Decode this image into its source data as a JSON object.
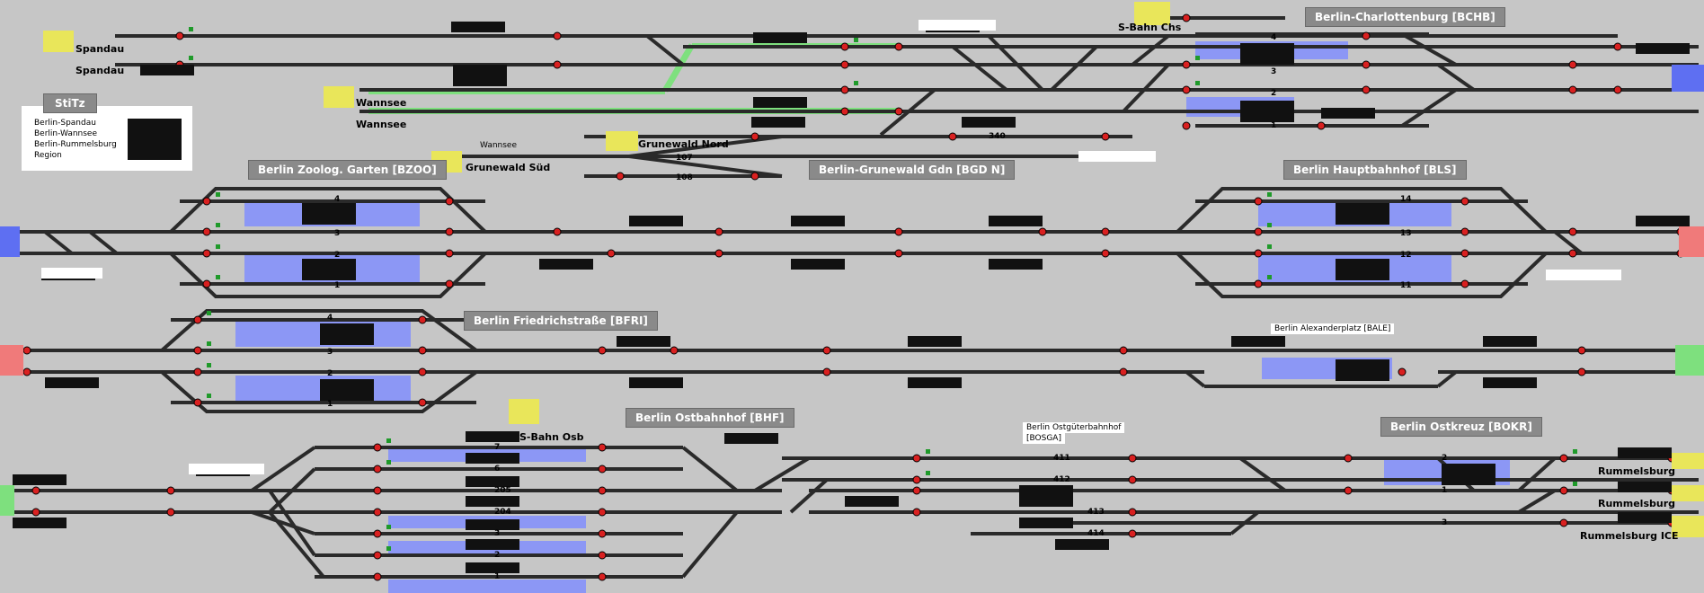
{
  "stations": {
    "bchb": "Berlin-Charlottenburg [BCHB]",
    "bzoo": "Berlin Zoolog. Garten [BZOO]",
    "bgdn": "Berlin-Grunewald Gdn [BGD N]",
    "bls": "Berlin Hauptbahnhof [BLS]",
    "bfri": "Berlin Friedrichstraße [BFRI]",
    "bale": "Berlin Alexanderplatz [BALE]",
    "bhf": "Berlin Ostbahnhof [BHF]",
    "bosga_line1": "Berlin Ostgüterbahnhof",
    "bosga_line2": "[BOSGA]",
    "bokr": "Berlin Ostkreuz [BOKR]"
  },
  "labels": {
    "spandau": "Spandau",
    "wannsee": "Wannsee",
    "sbahn_chs": "S-Bahn Chs",
    "grunewald_nord": "Grunewald Nord",
    "grunewald_sud": "Grunewald Süd",
    "wannsee_small": "Wannsee",
    "sbahn_osb": "S-Bahn Osb",
    "rummelsburg": "Rummelsburg",
    "rummelsburg_ice": "Rummelsburg ICE"
  },
  "legend": {
    "title": "StiTz",
    "rows": [
      "Berlin-Spandau",
      "Berlin-Wannsee",
      "Berlin-Rummelsburg",
      "Region"
    ]
  },
  "track_numbers": {
    "bchb": [
      "4",
      "3",
      "2",
      "1"
    ],
    "gdn": [
      "107",
      "108",
      "340"
    ],
    "bzoo": [
      "4",
      "3",
      "2",
      "1"
    ],
    "bls": [
      "14",
      "13",
      "12",
      "11"
    ],
    "bfri": [
      "4",
      "3",
      "2",
      "1"
    ],
    "bhf": [
      "7",
      "6",
      "205",
      "204",
      "3",
      "2",
      "1"
    ],
    "bosga": [
      "411",
      "412",
      "413",
      "414"
    ],
    "bokr": [
      "2",
      "1",
      "3"
    ]
  },
  "colors": {
    "background": "#c6c6c6",
    "track": "#2a2a2a",
    "track_highlight": "#7ee07e",
    "platform": "#5e6ff2",
    "entry_yellow": "#e9e65a",
    "entry_green": "#7ee07e",
    "entry_red": "#f07a7a",
    "signal_red": "#d92020",
    "signal_green": "#1f9a2a"
  }
}
